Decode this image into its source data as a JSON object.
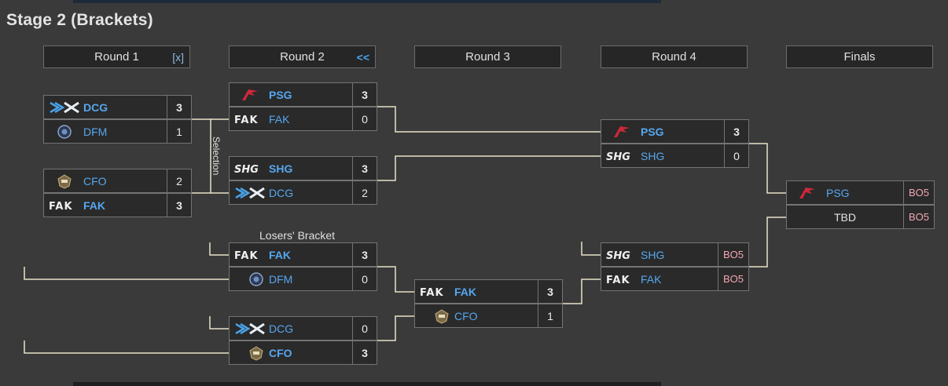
{
  "page": {
    "title": "Stage 2 (Brackets)"
  },
  "rounds": [
    {
      "label": "Round 1",
      "control": "[x]"
    },
    {
      "label": "Round 2",
      "control": "<<"
    },
    {
      "label": "Round 3",
      "control": ""
    },
    {
      "label": "Round 4",
      "control": ""
    },
    {
      "label": "Finals",
      "control": ""
    }
  ],
  "labels": {
    "selection": "Selection",
    "losers_bracket": "Losers' Bracket"
  },
  "logos": {
    "DCG": "dcg-logo-icon",
    "DFM": "dfm-logo-icon",
    "CFO": "cfo-logo-icon",
    "FAK": "fak-logo-icon",
    "PSG": "psg-logo-icon",
    "SHG": "shg-logo-icon"
  },
  "colors": {
    "team_name": "#56a7f0",
    "bo_text": "#f3a6b4",
    "connector": "#e8e2c8"
  },
  "matches": {
    "r1_m1": {
      "team1": {
        "logo": "DCG",
        "name": "DCG",
        "score": "3"
      },
      "team2": {
        "logo": "DFM",
        "name": "DFM",
        "score": "1"
      }
    },
    "r1_m2": {
      "team1": {
        "logo": "CFO",
        "name": "CFO",
        "score": "2"
      },
      "team2": {
        "logo": "FAK",
        "name": "FAK",
        "score": "3"
      }
    },
    "r2_m1": {
      "team1": {
        "logo": "PSG",
        "name": "PSG",
        "score": "3"
      },
      "team2": {
        "logo": "FAK",
        "name": "FAK",
        "score": "0"
      }
    },
    "r2_m2": {
      "team1": {
        "logo": "SHG",
        "name": "SHG",
        "score": "3"
      },
      "team2": {
        "logo": "DCG",
        "name": "DCG",
        "score": "2"
      }
    },
    "r2_m3": {
      "team1": {
        "logo": "FAK",
        "name": "FAK",
        "score": "3"
      },
      "team2": {
        "logo": "DFM",
        "name": "DFM",
        "score": "0"
      }
    },
    "r2_m4": {
      "team1": {
        "logo": "DCG",
        "name": "DCG",
        "score": "0"
      },
      "team2": {
        "logo": "CFO",
        "name": "CFO",
        "score": "3"
      }
    },
    "r3_m1": {
      "team1": {
        "logo": "FAK",
        "name": "FAK",
        "score": "3"
      },
      "team2": {
        "logo": "CFO",
        "name": "CFO",
        "score": "1"
      }
    },
    "r4_m1": {
      "team1": {
        "logo": "PSG",
        "name": "PSG",
        "score": "3"
      },
      "team2": {
        "logo": "SHG",
        "name": "SHG",
        "score": "0"
      }
    },
    "r4_m2": {
      "team1": {
        "logo": "SHG",
        "name": "SHG",
        "score": "BO5"
      },
      "team2": {
        "logo": "FAK",
        "name": "FAK",
        "score": "BO5"
      }
    },
    "final": {
      "team1": {
        "logo": "PSG",
        "name": "PSG",
        "score": "BO5"
      },
      "team2": {
        "logo": "",
        "name": "TBD",
        "score": "BO5"
      }
    }
  }
}
